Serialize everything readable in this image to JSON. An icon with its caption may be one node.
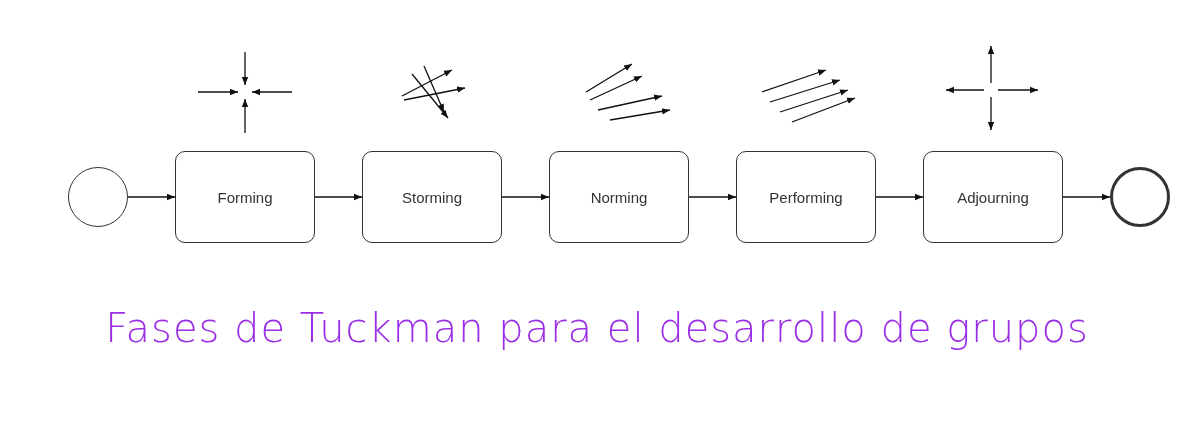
{
  "diagram": {
    "title": "Fases de Tuckman para el desarrollo de grupos",
    "nodes": [
      {
        "text": [],
        "shape": "circle"
      },
      {
        "text": [
          "Forming"
        ]
      },
      {
        "text": [
          "Storming"
        ]
      },
      {
        "text": [
          "Norming"
        ]
      },
      {
        "text": [
          "Performing"
        ]
      },
      {
        "text": [
          "Adjourning"
        ]
      },
      {
        "text": [],
        "shape": "circle"
      }
    ],
    "edges": [
      {
        "from": 0,
        "to": 1,
        "arrow": "to"
      },
      {
        "from": 1,
        "to": 2,
        "arrow": "to"
      },
      {
        "from": 2,
        "to": 3,
        "arrow": "to"
      },
      {
        "from": 3,
        "to": 4,
        "arrow": "to"
      },
      {
        "from": 4,
        "to": 5,
        "arrow": "to"
      },
      {
        "from": 5,
        "to": 6,
        "arrow": "to"
      }
    ]
  }
}
